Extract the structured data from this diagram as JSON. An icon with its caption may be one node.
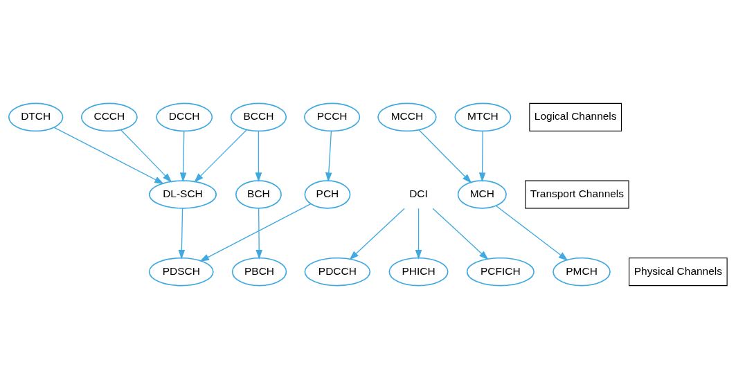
{
  "diagram": {
    "nodes": [
      {
        "text": [
          "DTCH"
        ]
      },
      {
        "text": [
          "CCCH"
        ]
      },
      {
        "text": [
          "DCCH"
        ]
      },
      {
        "text": [
          "BCCH"
        ]
      },
      {
        "text": [
          "PCCH"
        ]
      },
      {
        "text": [
          "MCCH"
        ]
      },
      {
        "text": [
          "MTCH"
        ]
      },
      {
        "text": [
          "Logical Channels"
        ]
      },
      {
        "text": [
          "DL-SCH"
        ]
      },
      {
        "text": [
          "BCH"
        ]
      },
      {
        "text": [
          "PCH"
        ]
      },
      {
        "text": [
          "MCH"
        ]
      },
      {
        "text": [
          "Transport Channels"
        ]
      },
      {
        "text": [
          "DCI"
        ]
      },
      {
        "text": [
          "PDSCH"
        ]
      },
      {
        "text": [
          "PBCH"
        ]
      },
      {
        "text": [
          "PDCCH"
        ]
      },
      {
        "text": [
          "PHICH"
        ]
      },
      {
        "text": [
          "PCFICH"
        ]
      },
      {
        "text": [
          "PMCH"
        ]
      },
      {
        "text": [
          "Physical Channels"
        ]
      }
    ],
    "edges": [
      {
        "from": 0,
        "to": 8,
        "arrow": "to"
      },
      {
        "from": 1,
        "to": 8,
        "arrow": "to"
      },
      {
        "from": 2,
        "to": 8,
        "arrow": "to"
      },
      {
        "from": 3,
        "to": 8,
        "arrow": "to"
      },
      {
        "from": 3,
        "to": 9,
        "arrow": "to"
      },
      {
        "from": 4,
        "to": 10,
        "arrow": "to"
      },
      {
        "from": 5,
        "to": 11,
        "arrow": "to"
      },
      {
        "from": 6,
        "to": 11,
        "arrow": "to"
      },
      {
        "from": 8,
        "to": 14,
        "arrow": "to"
      },
      {
        "from": 10,
        "to": 14,
        "arrow": "to"
      },
      {
        "from": 9,
        "to": 15,
        "arrow": "to"
      },
      {
        "from": 11,
        "to": 19,
        "arrow": "to"
      },
      {
        "from": 13,
        "to": 16,
        "arrow": "to"
      },
      {
        "from": 13,
        "to": 17,
        "arrow": "to"
      },
      {
        "from": 13,
        "to": 18,
        "arrow": "to"
      }
    ]
  }
}
